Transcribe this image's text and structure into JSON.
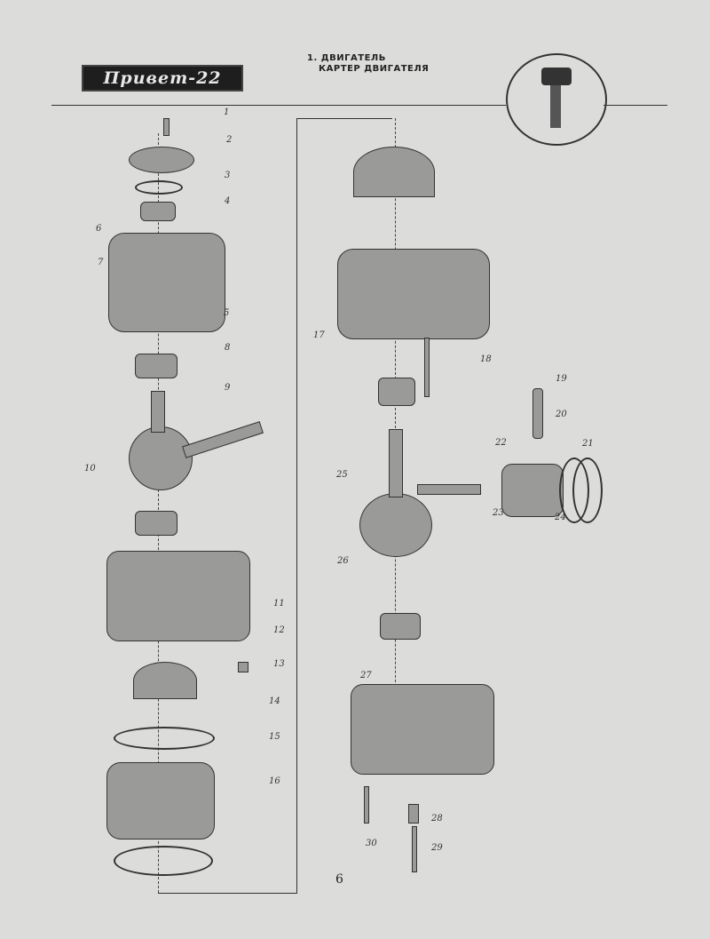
{
  "header": {
    "logo_text": "Привет-22",
    "section_number": "1.",
    "section_title": "ДВИГАТЕЛЬ",
    "subtitle": "КАРТЕР ДВИГАТЕЛЯ"
  },
  "callouts": [
    "1",
    "2",
    "3",
    "4",
    "5",
    "6",
    "7",
    "8",
    "9",
    "10",
    "11",
    "12",
    "13",
    "14",
    "15",
    "16",
    "17",
    "18",
    "19",
    "20",
    "21",
    "22",
    "23",
    "24",
    "25",
    "26",
    "27",
    "28",
    "29",
    "30"
  ],
  "page_number": "6"
}
